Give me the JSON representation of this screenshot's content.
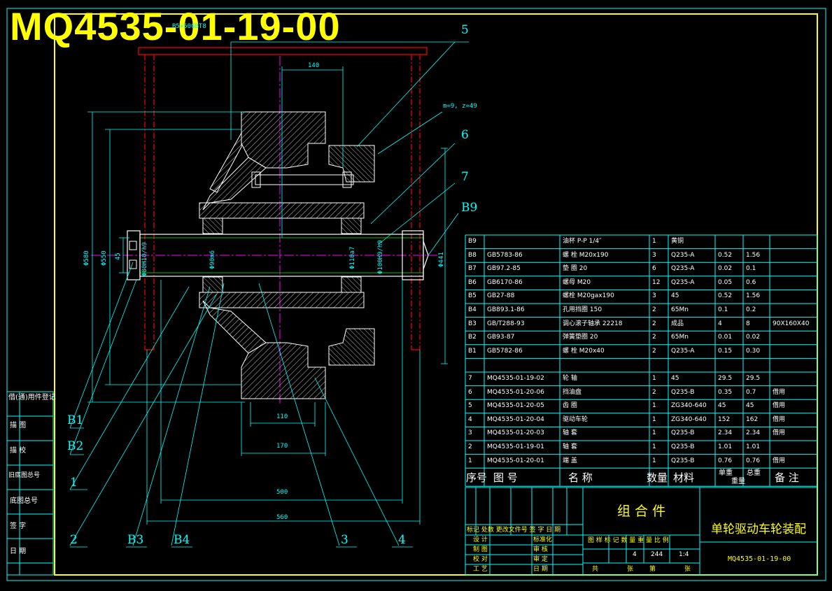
{
  "drawing_number_big": "MQ4535-01-19-00",
  "callouts": {
    "c5": "5",
    "c6": "6",
    "c7": "7",
    "cB9": "B9",
    "cB1": "B1",
    "cB2": "B2",
    "c1": "1",
    "c2": "2",
    "cB3": "B3",
    "cB4": "B4",
    "c3": "3",
    "c4": "4"
  },
  "dimensions": {
    "d140": "140",
    "gear": "m=9, z=49",
    "d110": "110",
    "d170": "170",
    "d500": "500",
    "d560": "560",
    "d45": "45",
    "d580": "Φ580",
    "d550": "Φ550",
    "d441": "Φ441",
    "d80h10": "Φ80H10/h9",
    "d90": "Φ90m6",
    "d110a": "Φ110a7",
    "d100": "Φ100H9/h9",
    "bolt": "B5×50GBT8"
  },
  "parts_table": {
    "rows": [
      {
        "no": "B9",
        "code": "",
        "name": "油杯 P-P 1/4″",
        "qty": "1",
        "mat": "黄铜",
        "unit": "",
        "total": "",
        "note": ""
      },
      {
        "no": "B8",
        "code": "GB5783-86",
        "name": "螺 栓 M20x190",
        "qty": "3",
        "mat": "Q235-A",
        "unit": "0.52",
        "total": "1.56",
        "note": ""
      },
      {
        "no": "B7",
        "code": "GB97.2-85",
        "name": "垫 圈 20",
        "qty": "6",
        "mat": "Q235-A",
        "unit": "0.02",
        "total": "0.1",
        "note": ""
      },
      {
        "no": "B6",
        "code": "GB6170-86",
        "name": "螺母 M20",
        "qty": "12",
        "mat": "Q235-A",
        "unit": "0.05",
        "total": "0.6",
        "note": ""
      },
      {
        "no": "B5",
        "code": "GB27-88",
        "name": "螺栓 M20gax190",
        "qty": "3",
        "mat": "45",
        "unit": "0.52",
        "total": "1.56",
        "note": ""
      },
      {
        "no": "B4",
        "code": "GB893.1-86",
        "name": "孔用挡圈 150",
        "qty": "2",
        "mat": "65Mn",
        "unit": "0.1",
        "total": "0.2",
        "note": ""
      },
      {
        "no": "B3",
        "code": "GB/T288-93",
        "name": "调心滚子轴承 22218",
        "qty": "2",
        "mat": "成品",
        "unit": "4",
        "total": "8",
        "note": "90X160X40"
      },
      {
        "no": "B2",
        "code": "GB93-87",
        "name": "弹簧垫圈 20",
        "qty": "2",
        "mat": "65Mn",
        "unit": "0.01",
        "total": "0.02",
        "note": ""
      },
      {
        "no": "B1",
        "code": "GB5782-86",
        "name": "螺 栓 M20x40",
        "qty": "2",
        "mat": "Q235-A",
        "unit": "0.15",
        "total": "0.30",
        "note": ""
      },
      {
        "no": "",
        "code": "",
        "name": "",
        "qty": "",
        "mat": "",
        "unit": "",
        "total": "",
        "note": ""
      },
      {
        "no": "7",
        "code": "MQ4535-01-19-02",
        "name": "轮 轴",
        "qty": "1",
        "mat": "45",
        "unit": "29.5",
        "total": "29.5",
        "note": ""
      },
      {
        "no": "6",
        "code": "MQ4535-01-20-06",
        "name": "挡油盘",
        "qty": "2",
        "mat": "Q235-B",
        "unit": "0.35",
        "total": "0.7",
        "note": "借用"
      },
      {
        "no": "5",
        "code": "MQ4535-01-20-05",
        "name": "齿 圈",
        "qty": "1",
        "mat": "ZG340-640",
        "unit": "45",
        "total": "45",
        "note": "借用"
      },
      {
        "no": "4",
        "code": "MQ4535-01-20-04",
        "name": "驱动车轮",
        "qty": "1",
        "mat": "ZG340-640",
        "unit": "152",
        "total": "162",
        "note": "借用"
      },
      {
        "no": "3",
        "code": "MQ4535-01-20-03",
        "name": "轴 套",
        "qty": "1",
        "mat": "Q235-B",
        "unit": "2.34",
        "total": "2.34",
        "note": "借用"
      },
      {
        "no": "2",
        "code": "MQ4535-01-19-01",
        "name": "轴 套",
        "qty": "1",
        "mat": "Q235-B",
        "unit": "1.01",
        "total": "1.01",
        "note": ""
      },
      {
        "no": "1",
        "code": "MQ4535-01-20-01",
        "name": "端 盖",
        "qty": "1",
        "mat": "Q235-B",
        "unit": "0.76",
        "total": "0.76",
        "note": "借用"
      }
    ],
    "header": {
      "no": "序号",
      "code": "图 号",
      "name": "名 称",
      "qty": "数量",
      "mat": "材料",
      "unit": "单重",
      "total": "总重",
      "weight": "重量",
      "note": "备 注"
    }
  },
  "title_block": {
    "assembly_type": "组 合 件",
    "drawing_title": "单轮驱动车轮装配",
    "drawing_number": "MQ4535-01-19-00",
    "rev_header": "标记 处数  更改文件号  签  字  日 期",
    "roles": [
      "设 计",
      "制 图",
      "校 对",
      "工 艺"
    ],
    "roles2": [
      "标准化",
      "审 核",
      "审 定",
      "日 期"
    ],
    "stage_labels": "图 样 标 记  数 量  重 量  比 例",
    "quantity": "4",
    "weight": "244",
    "scale": "1:4",
    "sheet_labels": [
      "共",
      "张",
      "第",
      "张"
    ]
  },
  "side_panel": {
    "title": "借(通)用件登记",
    "items": [
      "描   图",
      "描   校",
      "旧底图总号",
      "底图总号",
      "签   字",
      "日   期"
    ]
  }
}
